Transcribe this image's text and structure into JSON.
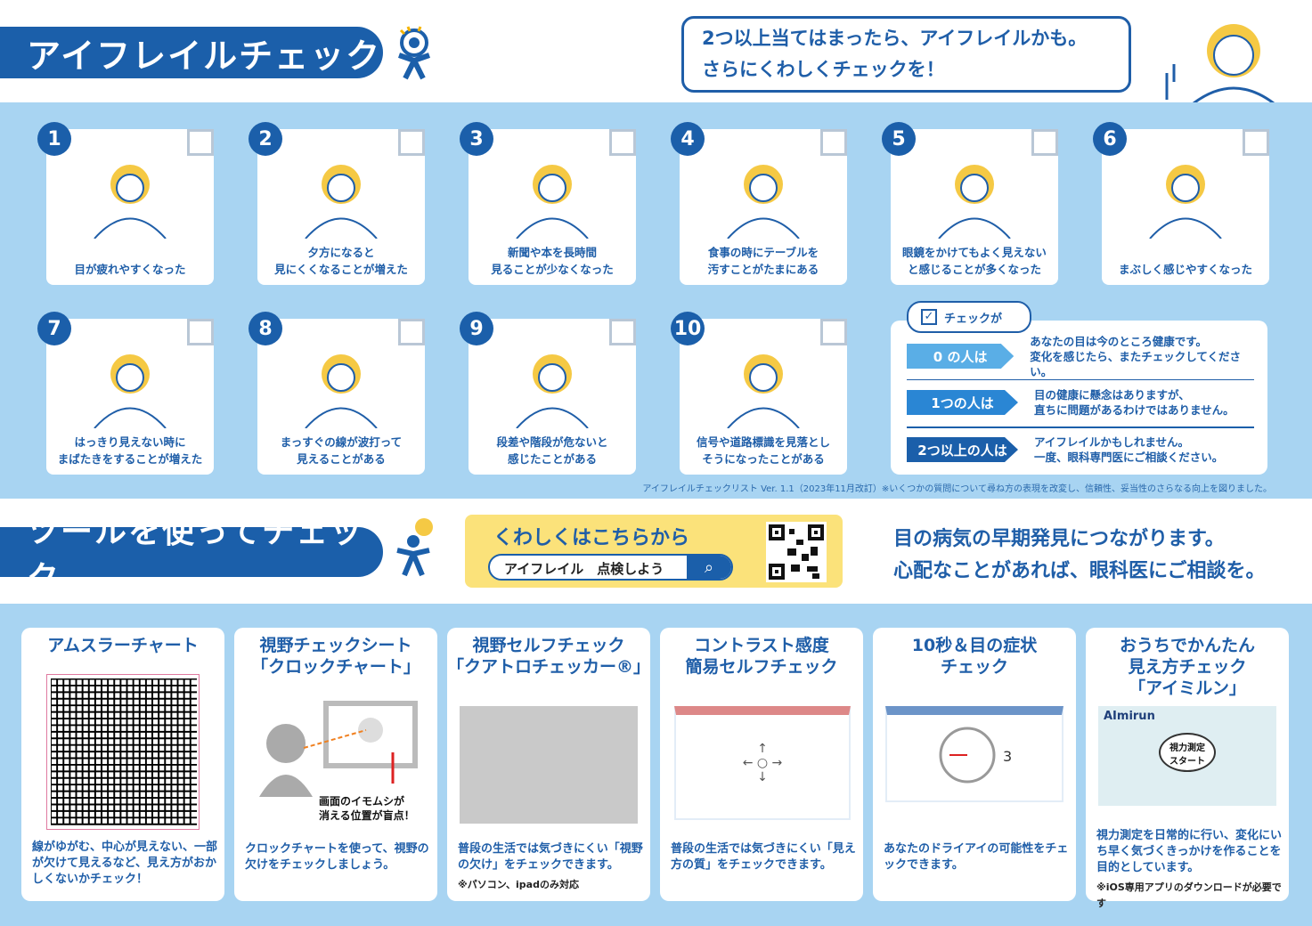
{
  "header": {
    "title": "アイフレイルチェック",
    "bubble_line1": "2つ以上当てはまったら、アイフレイルかも。",
    "bubble_line2": "さらにくわしくチェックを！"
  },
  "checklist": [
    {
      "num": "1",
      "text": "目が疲れやすくなった"
    },
    {
      "num": "2",
      "text": "夕方になると\n見にくくなることが増えた"
    },
    {
      "num": "3",
      "text": "新聞や本を長時間\n見ることが少なくなった"
    },
    {
      "num": "4",
      "text": "食事の時にテーブルを\n汚すことがたまにある"
    },
    {
      "num": "5",
      "text": "眼鏡をかけてもよく見えない\nと感じることが多くなった"
    },
    {
      "num": "6",
      "text": "まぶしく感じやすくなった"
    },
    {
      "num": "7",
      "text": "はっきり見えない時に\nまばたきをすることが増えた"
    },
    {
      "num": "8",
      "text": "まっすぐの線が波打って\n見えることがある"
    },
    {
      "num": "9",
      "text": "段差や階段が危ないと\n感じたことがある"
    },
    {
      "num": "10",
      "text": "信号や道路標識を見落とし\nそうになったことがある"
    }
  ],
  "result": {
    "header": "チェックが",
    "rows": [
      {
        "tag": "0 の人は",
        "text": "あなたの目は今のところ健康です。\n変化を感じたら、またチェックしてください。",
        "color": "#5aaee6"
      },
      {
        "tag": "1つの人は",
        "text": "目の健康に懸念はありますが、\n直ちに問題があるわけではありません。",
        "color": "#2a86d4"
      },
      {
        "tag": "2つ以上の人は",
        "text": "アイフレイルかもしれません。\n一度、眼科専門医にご相談ください。",
        "color": "#1b5faa"
      }
    ]
  },
  "footnote": "アイフレイルチェックリスト Ver. 1.1（2023年11月改訂）※いくつかの質問について尋ね方の表現を改変し、信頼性、妥当性のさらなる向上を図りました。",
  "tools": {
    "title": "ツールを使ってチェック",
    "search_heading": "くわしくはこちらから",
    "search_query": "アイフレイル　点検しよう",
    "message_line1": "目の病気の早期発見につながります。",
    "message_line2": "心配なことがあれば、眼科医にご相談を。"
  },
  "tool_cards": [
    {
      "title": "アムスラーチャート",
      "desc": "線がゆがむ、中心が見えない、一部が欠けて見えるなど、見え方がおかしくないかチェック！",
      "note": ""
    },
    {
      "title": "視野チェックシート\n「クロックチャート」",
      "desc": "クロックチャートを使って、視野の欠けをチェックしましょう。",
      "note": "",
      "img_caption": "画面のイモムシが\n消える位置が盲点！"
    },
    {
      "title": "視野セルフチェック\n「クアトロチェッカー®」",
      "desc": "普段の生活では気づきにくい「視野の欠け」をチェックできます。",
      "note": "※パソコン、ipadのみ対応"
    },
    {
      "title": "コントラスト感度\n簡易セルフチェック",
      "desc": "普段の生活では気づきにくい「見え方の質」をチェックできます。",
      "note": ""
    },
    {
      "title": "10秒＆目の症状\nチェック",
      "desc": "あなたのドライアイの可能性をチェックできます。",
      "note": ""
    },
    {
      "title": "おうちでかんたん\n見え方チェック\n「アイミルン」",
      "desc": "視力測定を日常的に行い、変化にいち早く気づくきっかけを作ることを目的としています。",
      "note": "※iOS専用アプリのダウンロードが必要です",
      "app_logo": "AImirun",
      "app_button": "視力測定\nスタート"
    }
  ]
}
